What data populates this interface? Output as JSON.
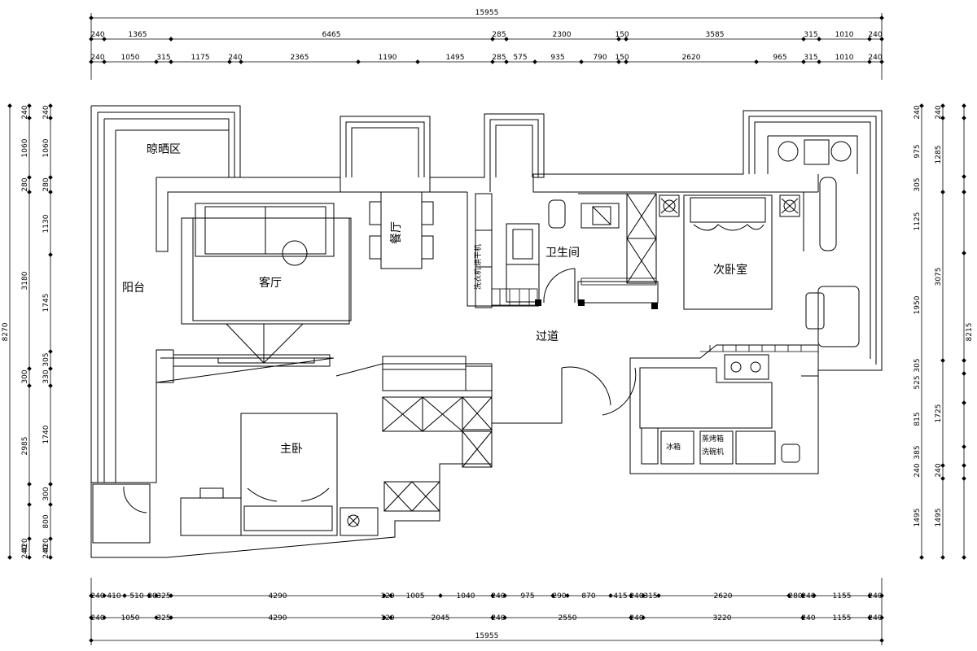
{
  "plan": {
    "rooms": {
      "drying_area": "晾晒区",
      "living_room": "客厅",
      "dining_room": "餐厅",
      "bathroom": "卫生间",
      "second_bedroom": "次卧室",
      "balcony": "阳台",
      "corridor": "过道",
      "master_bedroom": "主卧",
      "fridge": "冰箱",
      "oven": "蒸烤箱",
      "dishwasher": "洗碗机",
      "washer": "洗衣机",
      "dryer": "烘干机"
    },
    "dims": {
      "top_total": "15955",
      "top_row1": [
        "240",
        "1365",
        "6465",
        "285",
        "2300",
        "150",
        "3585",
        "315",
        "1010",
        "240"
      ],
      "top_row2": [
        "240",
        "1050",
        "315",
        "1175",
        "240",
        "2365",
        "1190",
        "1495",
        "285",
        "575",
        "935",
        "790",
        "150",
        "2620",
        "965",
        "315",
        "1010",
        "240"
      ],
      "bottom_row1": [
        "240",
        "410",
        "510",
        "30",
        "325",
        "4290",
        "120",
        "1005",
        "1040",
        "240",
        "975",
        "290",
        "870",
        "415",
        "240",
        "315",
        "2620",
        "280",
        "240",
        "1155",
        "240"
      ],
      "bottom_row2": [
        "240",
        "1050",
        "325",
        "4290",
        "120",
        "2045",
        "240",
        "2550",
        "240",
        "3220",
        "240",
        "1155",
        "240"
      ],
      "bottom_total": "15955",
      "left_total": "8270",
      "left_row1": [
        "240",
        "1060",
        "280",
        "3180",
        "300",
        "2985",
        "420",
        "240"
      ],
      "left_row2": [
        "240",
        "1060",
        "280",
        "1130",
        "1745",
        "305",
        "330",
        "1740",
        "300",
        "800",
        "420",
        "240"
      ],
      "right_total": "8215",
      "right_row1": [
        "240",
        "975",
        "305",
        "1125",
        "1950",
        "305",
        "525",
        "815",
        "385",
        "240",
        "1495"
      ],
      "right_row2": [
        "240",
        "1285",
        "3075",
        "1725",
        "240",
        "1495"
      ]
    }
  }
}
